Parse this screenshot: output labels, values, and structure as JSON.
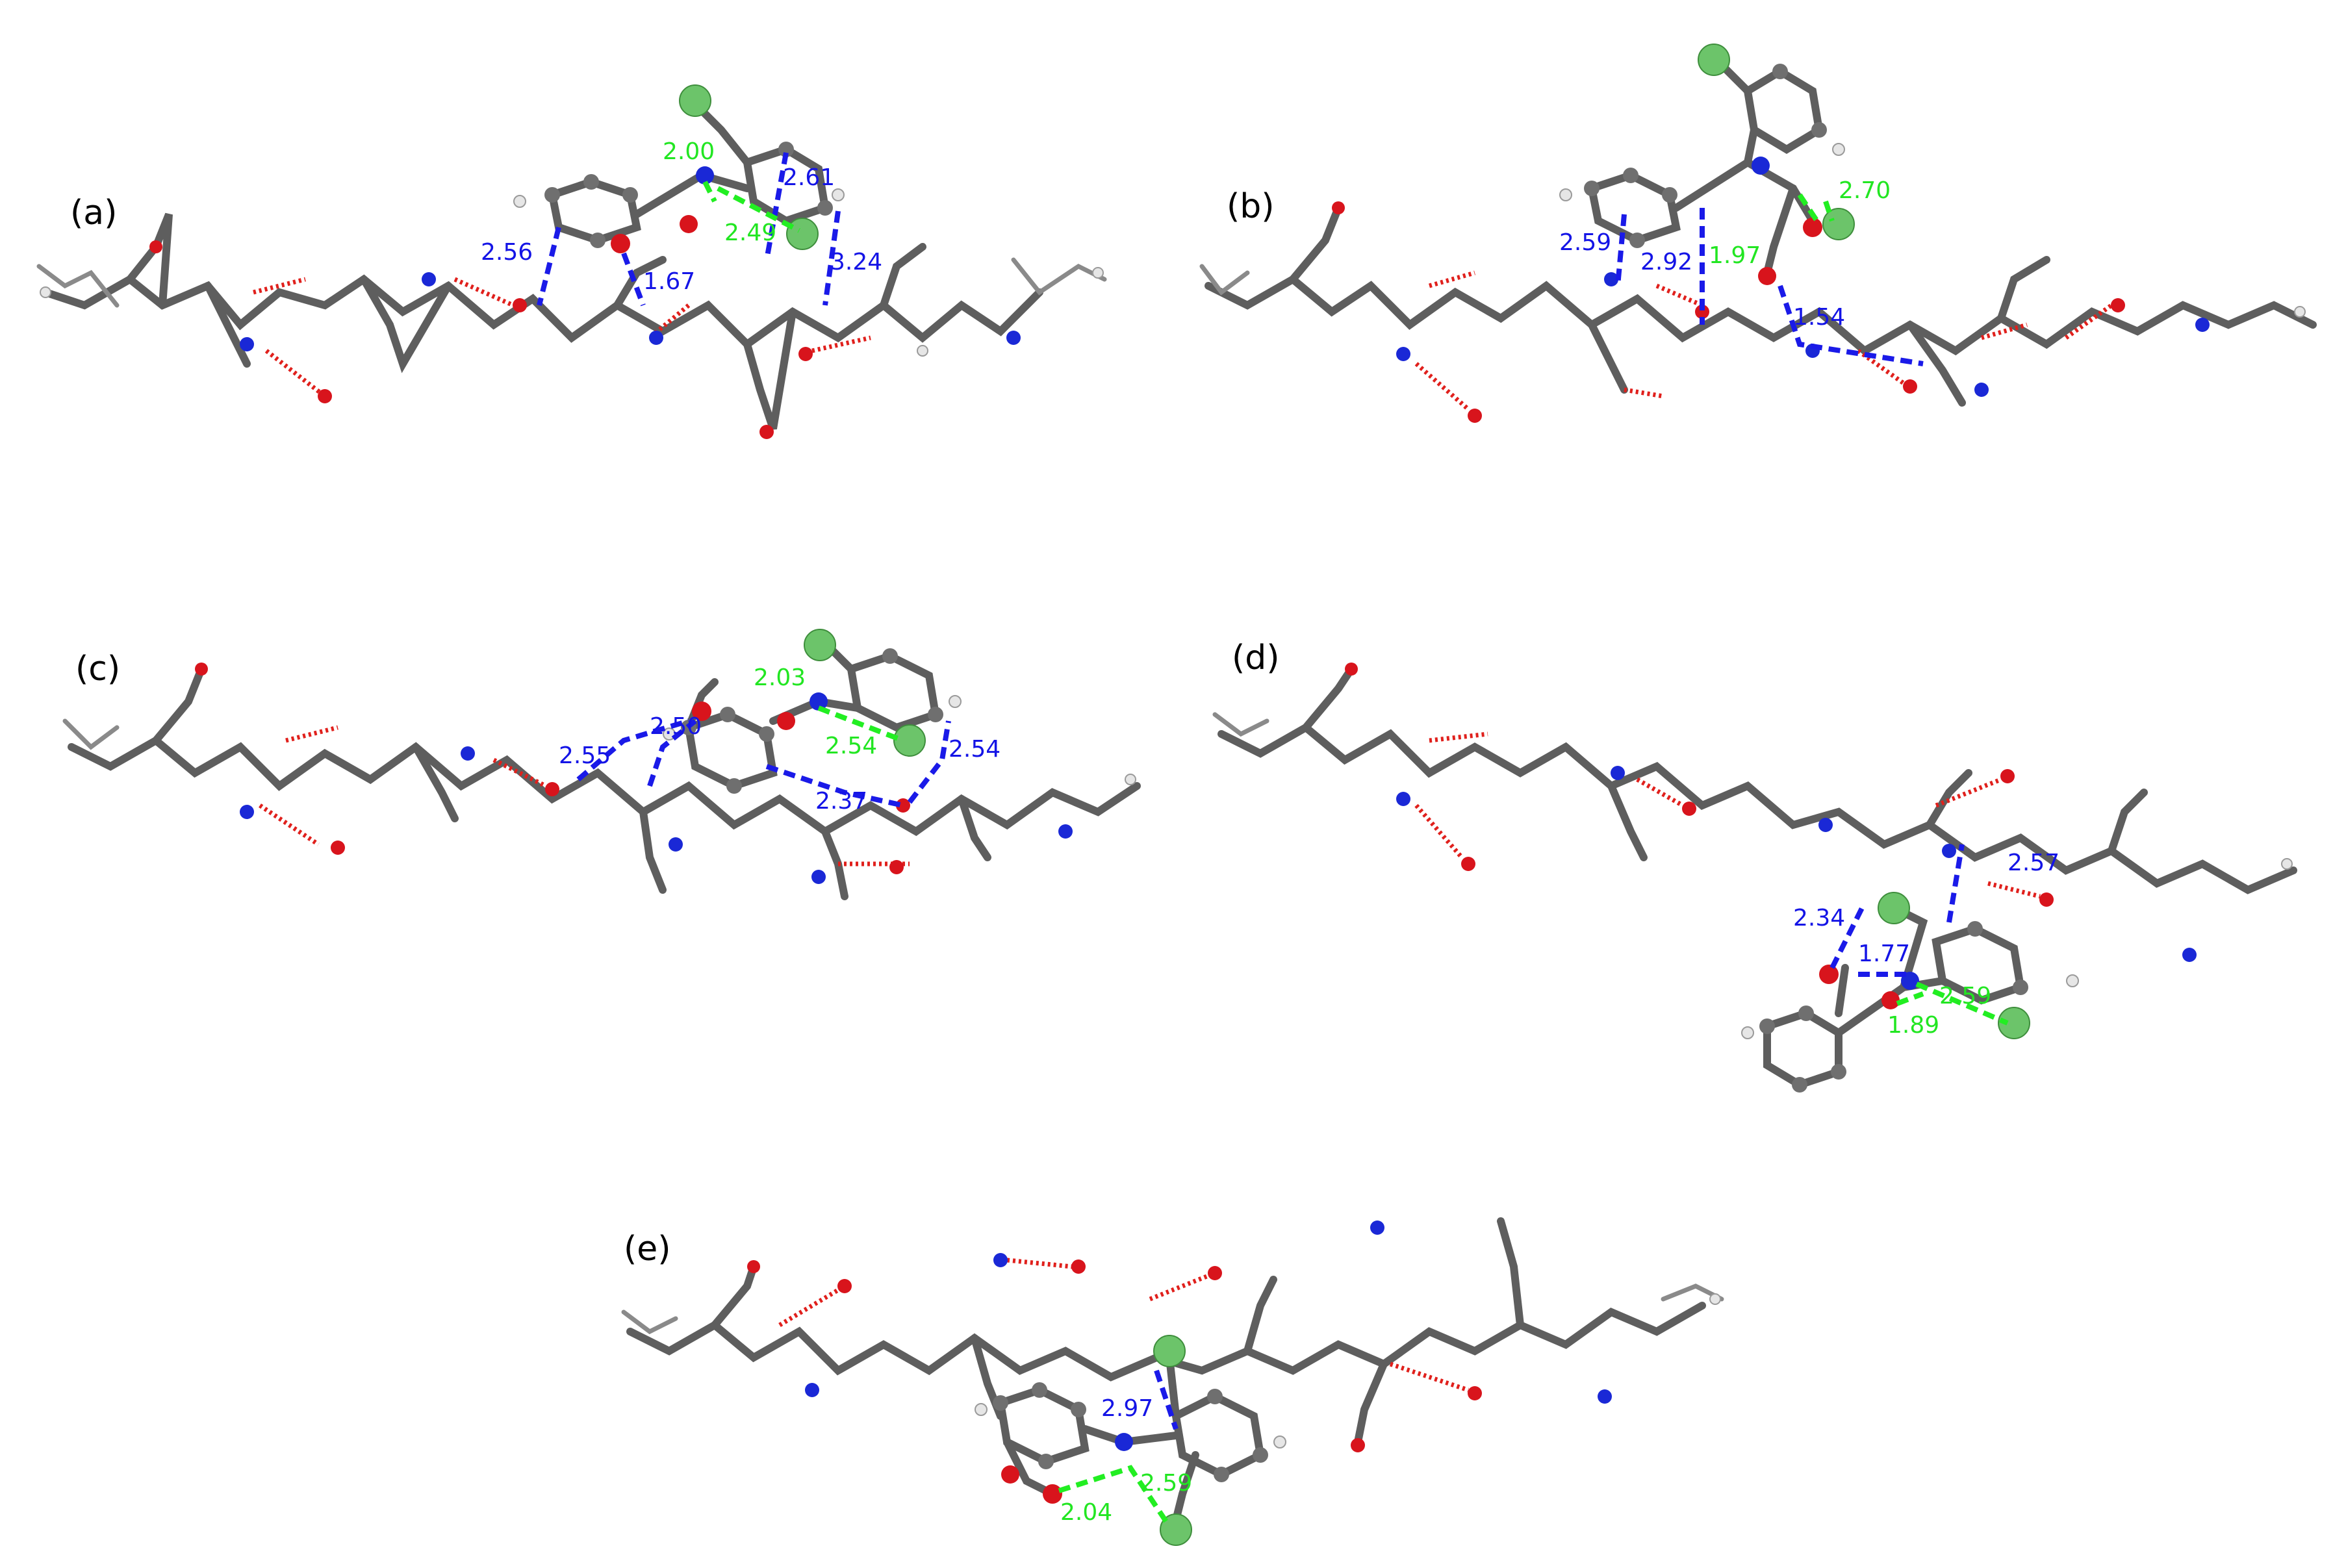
{
  "panels": [
    {
      "id": "a",
      "label": "(a)",
      "blue": [
        "2.56",
        "1.67",
        "2.61",
        "3.24"
      ],
      "green": [
        "2.00",
        "2.49"
      ]
    },
    {
      "id": "b",
      "label": "(b)",
      "blue": [
        "2.59",
        "2.92",
        "1.54"
      ],
      "green": [
        "1.97",
        "2.70"
      ]
    },
    {
      "id": "c",
      "label": "(c)",
      "blue": [
        "2.55",
        "2.50",
        "2.37",
        "2.54"
      ],
      "green": [
        "2.03",
        "2.54"
      ]
    },
    {
      "id": "d",
      "label": "(d)",
      "blue": [
        "2.34",
        "1.77",
        "2.57"
      ],
      "green": [
        "2.59",
        "1.89"
      ]
    },
    {
      "id": "e",
      "label": "(e)",
      "blue": [
        "2.97"
      ],
      "green": [
        "2.04",
        "2.59"
      ]
    }
  ],
  "colors": {
    "carbon": "#6f6f6f",
    "oxygen": "#d8141c",
    "nitrogen": "#1a28d6",
    "chlorine": "#6cc46a",
    "hydrogen": "#e6e6e6",
    "hbond_chain": "#e0201c",
    "hbond_blue": "#1a1ae8",
    "hbond_green": "#22ee22"
  }
}
